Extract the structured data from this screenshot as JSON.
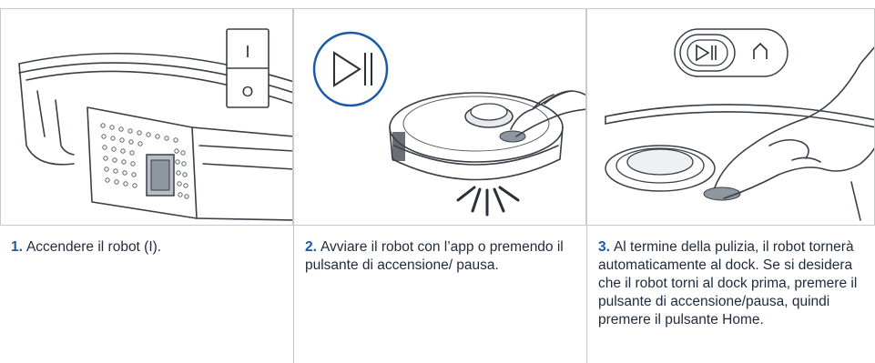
{
  "steps": [
    {
      "number": "1.",
      "text": "Accendere il robot (I).",
      "switch_on_symbol": "I",
      "switch_off_symbol": "O",
      "illustration": "robot-side-power-switch"
    },
    {
      "number": "2.",
      "text": "Avviare il robot con l’app o premendo il pulsante di accensione/ pausa.",
      "illustration": "hand-pressing-start-pause-icon",
      "icon": "play-pause-icon"
    },
    {
      "number": "3.",
      "text": "Al termine della pulizia, il robot tornerà automaticamente al dock. Se si desidera che il robot torni al dock prima, premere il pulsante di accensione/pausa, quindi premere il pulsante Home.",
      "illustration": "hand-pressing-home-button",
      "icons": [
        "play-pause-icon",
        "home-icon"
      ]
    }
  ],
  "colors": {
    "accent": "#1a5aa8",
    "text": "#1f2a3c",
    "border": "#c9c9c9"
  }
}
